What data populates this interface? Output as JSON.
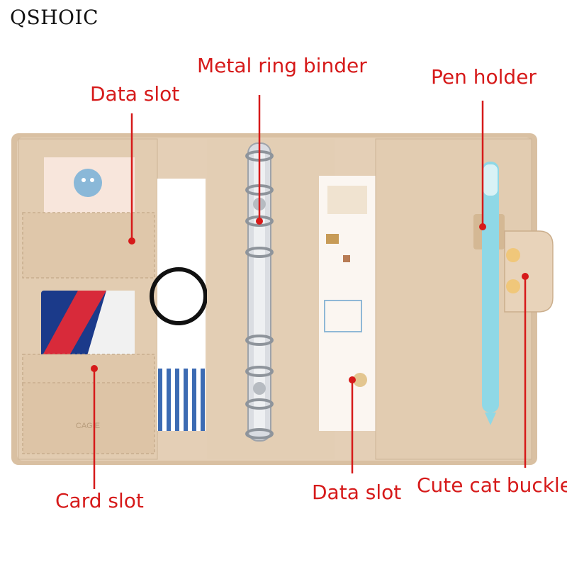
{
  "brand": "QSHOIC",
  "labels": {
    "metal_ring_binder": "Metal ring binder",
    "pen_holder": "Pen holder",
    "data_slot_top": "Data slot",
    "card_slot": "Card slot",
    "data_slot_bottom": "Data slot",
    "cute_cat_buckle": "Cute cat buckle"
  },
  "colors": {
    "annotation": "#d61a1a",
    "leather": "#e2cdb3",
    "pen": "#8fd8e6"
  }
}
